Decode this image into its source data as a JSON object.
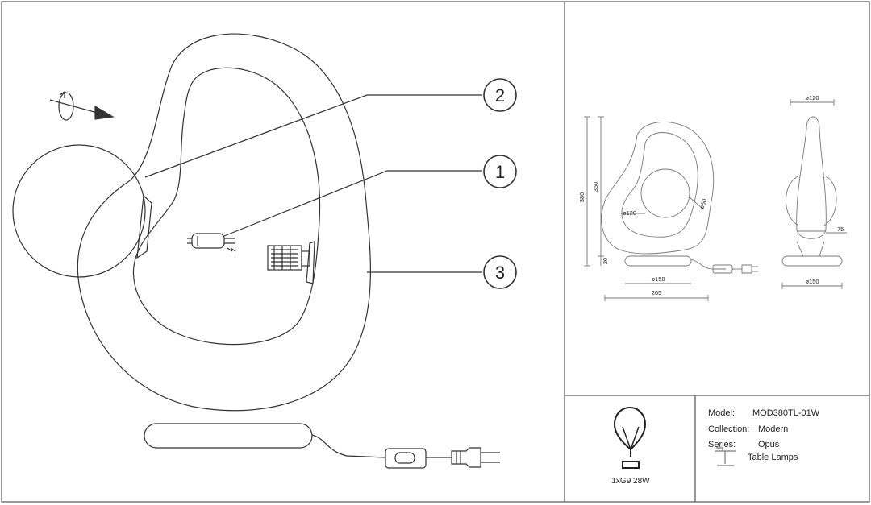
{
  "callouts": [
    {
      "id": "callout-2",
      "number": "2"
    },
    {
      "id": "callout-1",
      "number": "1"
    },
    {
      "id": "callout-3",
      "number": "3"
    }
  ],
  "dimensions": {
    "height_total": "380",
    "height_frame": "360",
    "base_height": "20",
    "bulb_diameter": "ø120",
    "frame_diameter": "ø60",
    "base_diameter_front": "ø150",
    "total_width": "265",
    "side_top_diameter": "ø120",
    "side_offset": "75",
    "side_base_diameter": "ø150"
  },
  "bulb": {
    "icon": "light-bulb-icon",
    "spec": "1xG9 28W"
  },
  "info": {
    "model_label": "Model:",
    "model_value": "MOD380TL-01W",
    "collection_label": "Collection:",
    "collection_value": "Modern",
    "series_label": "Series:",
    "series_value": "Opus",
    "category_icon": "table-lamp-icon",
    "category_value": "Table Lamps"
  },
  "colors": {
    "line": "#333333",
    "frame": "#555555"
  }
}
